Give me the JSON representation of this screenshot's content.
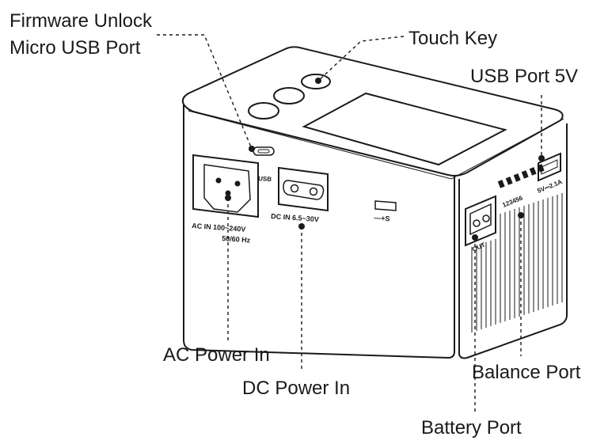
{
  "callouts": {
    "firmware_line1": "Firmware Unlock",
    "firmware_line2": "Micro USB Port",
    "touch_key": "Touch Key",
    "usb_port_5v": "USB Port 5V",
    "ac_power_in": "AC Power In",
    "dc_power_in": "DC Power In",
    "balance_port": "Balance Port",
    "battery_port": "Battery Port"
  },
  "panel_markings": {
    "usb": "USB",
    "ac_line1": "AC  IN  100~240V",
    "ac_line2": "50/60  Hz",
    "dc": "DC  IN  6.5~30V",
    "polarity": "—+S",
    "balance_numbers": "123456",
    "usb_rating": "5V⎓2.1A",
    "out": "OUT"
  }
}
